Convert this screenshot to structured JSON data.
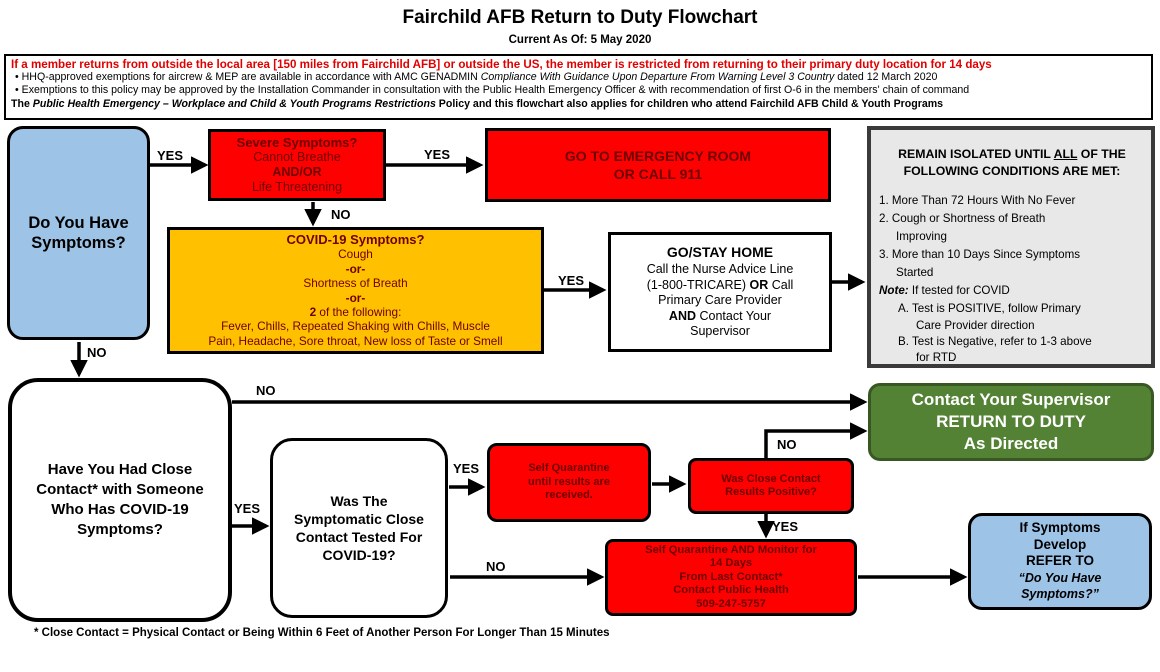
{
  "header": {
    "title": "Fairchild AFB Return to Duty Flowchart",
    "subtitle": "Current As Of: 5 May 2020"
  },
  "notice": {
    "restriction": "If a member returns from outside the local area [150 miles from Fairchild AFB] or outside the US, the member is restricted from returning to their primary duty location for 14 days",
    "bullet1_prefix": "HHQ-approved exemptions for aircrew & MEP are available in accordance with AMC GENADMIN ",
    "bullet1_italic": "Compliance With Guidance Upon Departure From Warning Level 3 Country",
    "bullet1_suffix": " dated 12 March 2020",
    "bullet2": "Exemptions to this policy may be approved by the Installation Commander in consultation with the Public Health Emergency Officer & with recommendation of first O-6 in the members' chain of command",
    "policy_prefix": "The ",
    "policy_italic": "Public Health Emergency – Workplace and Child & Youth Programs Restrictions",
    "policy_suffix": " Policy and this flowchart also applies for children who attend Fairchild AFB Child & Youth Programs"
  },
  "nodes": {
    "symptoms_q": "Do You Have Symptoms?",
    "severe": {
      "title": "Severe Symptoms?",
      "line1": "Cannot Breathe",
      "line2": "AND/OR",
      "line3": "Life Threatening"
    },
    "er": {
      "line1": "GO TO EMERGENCY ROOM",
      "line2": "OR CALL 911"
    },
    "covid": {
      "title": "COVID-19 Symptoms?",
      "line1": "Cough",
      "or1": "-or-",
      "line2": "Shortness of Breath",
      "or2": "-or-",
      "two_num": "2",
      "two_text": " of the following:",
      "line3": "Fever, Chills, Repeated Shaking with Chills, Muscle",
      "line4": "Pain, Headache, Sore throat, New loss of Taste or Smell"
    },
    "home": {
      "title": "GO/STAY HOME",
      "line1": "Call the Nurse Advice Line",
      "line2a": "(1-800-TRICARE) ",
      "line2b": "OR",
      "line2c": " Call",
      "line3": "Primary Care Provider",
      "line4a": "AND",
      "line4b": " Contact Your",
      "line5": "Supervisor"
    },
    "isolate": {
      "heading1a": "REMAIN ISOLATED UNTIL ",
      "heading1b": "ALL",
      "heading1c": " OF THE",
      "heading2": "FOLLOWING CONDITIONS ARE MET:",
      "c1": "1. More Than 72 Hours With No Fever",
      "c2a": "2. Cough or Shortness of Breath",
      "c2b": "Improving",
      "c3a": "3. More than 10 Days Since Symptoms",
      "c3b": "Started",
      "note_label": "Note:",
      "note_text": " If tested for COVID",
      "na1": "A. Test is POSITIVE, follow Primary",
      "na2": "Care Provider direction",
      "nb1": "B. Test is Negative, refer to 1-3 above",
      "nb2": "for RTD"
    },
    "close_contact_q": "Have You Had Close Contact* with Someone Who Has COVID-19 Symptoms?",
    "return": {
      "line1": "Contact Your Supervisor",
      "line2": "RETURN TO DUTY",
      "line3": "As Directed"
    },
    "tested_q": "Was The Symptomatic Close Contact Tested For COVID-19?",
    "self_q1": {
      "line1": "Self Quarantine",
      "line2": "until results are",
      "line3": "received."
    },
    "results_q": {
      "line1": "Was Close Contact",
      "line2": "Results Positive?"
    },
    "monitor": {
      "line1": "Self Quarantine AND Monitor for",
      "line2": "14 Days",
      "line3": "From Last Contact*",
      "line4": "Contact Public Health",
      "line5": "509-247-5757"
    },
    "refer": {
      "line1": "If Symptoms",
      "line2": "Develop",
      "line3": "REFER TO",
      "line4": "“Do You Have",
      "line5": "Symptoms?”"
    }
  },
  "labels": {
    "yes": "YES",
    "no": "NO"
  },
  "footnote": "* Close Contact = Physical Contact or Being Within 6 Feet of Another Person For Longer Than 15 Minutes",
  "colors": {
    "red": "#ff0000",
    "orange": "#ffc000",
    "blue": "#9dc3e6",
    "green": "#548235",
    "grey": "#e8e8e8",
    "dark_red_text": "#6e0000"
  }
}
